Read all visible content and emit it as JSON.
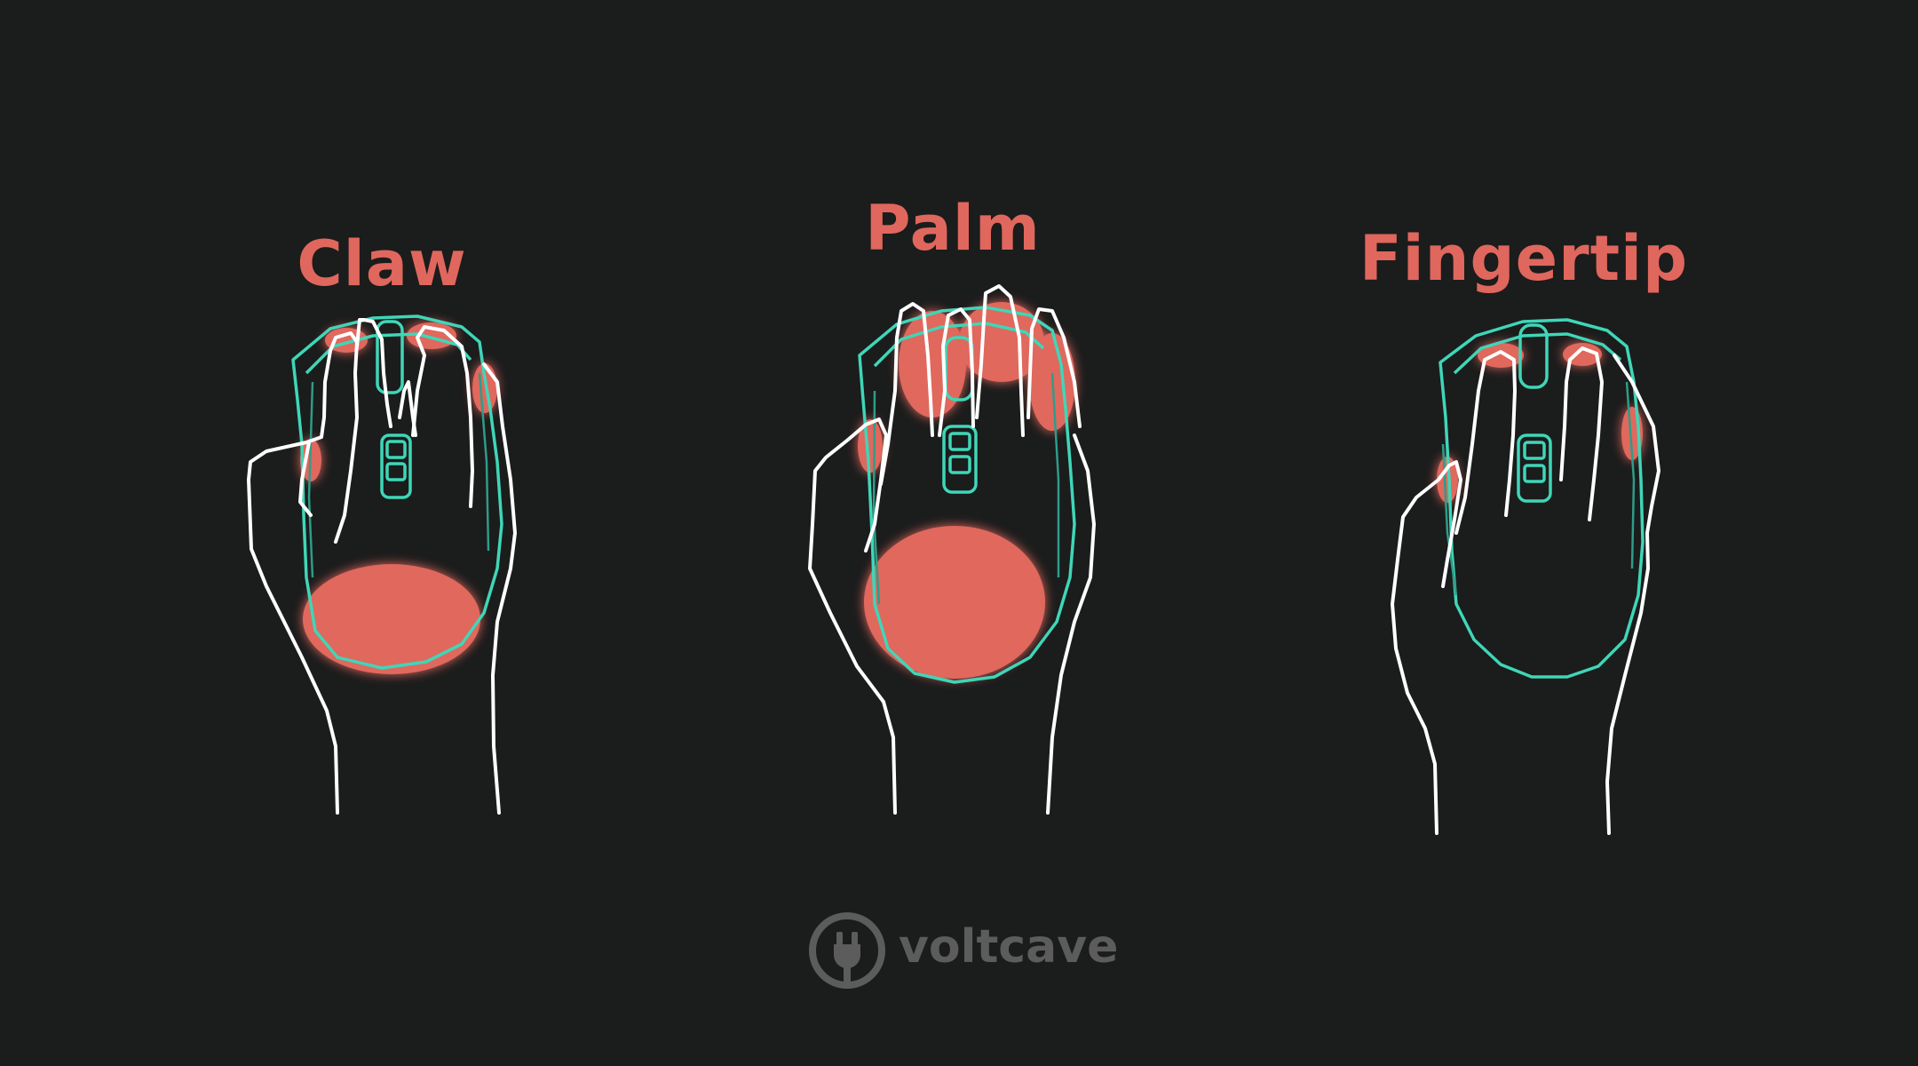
{
  "grips": [
    {
      "name": "Claw"
    },
    {
      "name": "Palm"
    },
    {
      "name": "Fingertip"
    }
  ],
  "brand": {
    "name": "voltcave",
    "icon": "plug-icon"
  },
  "colors": {
    "background": "#1b1c1c",
    "title": "#e0675d",
    "contact": "#e0675d",
    "mouse_outline": "#3fd6b8",
    "mouse_outline_dim": "#2e9c88",
    "hand_outline": "#ffffff",
    "brand": "#5c5c5c"
  }
}
